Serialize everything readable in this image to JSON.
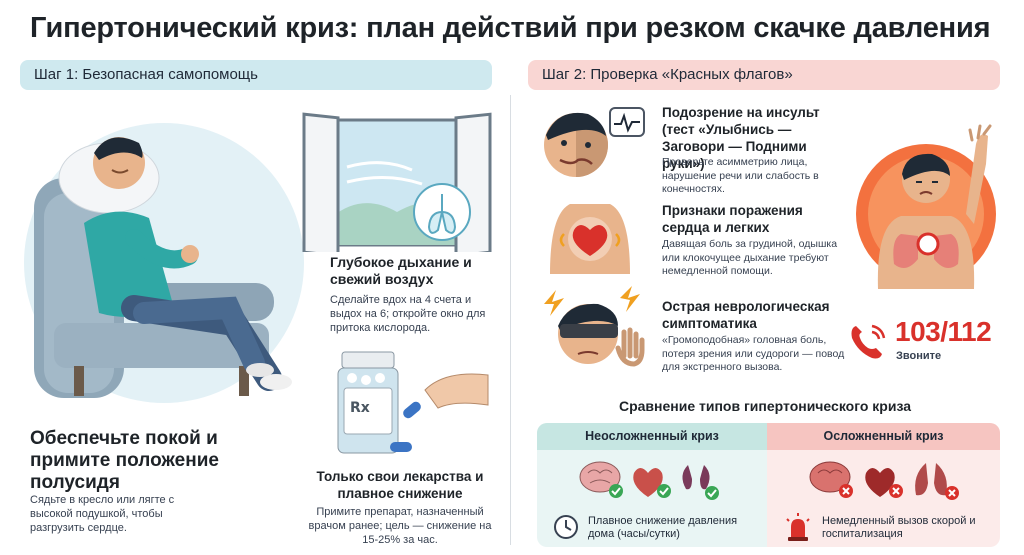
{
  "title": "Гипертонический криз: план действий при резком скачке давления",
  "step1": {
    "label": "Шаг 1: Безопасная самопомощь",
    "rest": {
      "title": "Обеспечьте покой и примите положение полусидя",
      "text": "Сядьте в кресло или лягте с высокой подушкой, чтобы разгрузить сердце."
    },
    "breath": {
      "title": "Глубокое дыхание и свежий воздух",
      "text": "Сделайте вдох на 4 счета и выдох на 6; откройте окно для притока кислорода."
    },
    "meds": {
      "title": "Только свои лекарства и плавное снижение",
      "text": "Примите препарат, назначенный врачом ранее; цель — снижение на 15-25% за час.",
      "rx_label": "Rx"
    }
  },
  "step2": {
    "label": "Шаг 2: Проверка «Красных флагов»",
    "flags": [
      {
        "title": "Подозрение на инсульт (тест «Улыбнись — Заговори — Подними руки»)",
        "text": "Проверьте асимметрию лица, нарушение речи или слабость в конечностях."
      },
      {
        "title": "Признаки поражения сердца и легких",
        "text": "Давящая боль за грудиной, одышка или клокочущее дыхание требуют немедленной помощи."
      },
      {
        "title": "Острая неврологическая симптоматика",
        "text": "«Громоподобная» головная боль, потеря зрения или судороги — повод для экстренного вызова."
      }
    ],
    "emergency": {
      "number": "103/112",
      "label": "Звоните"
    }
  },
  "comparison": {
    "title": "Сравнение типов гипертонического криза",
    "uncomplicated": {
      "label": "Неосложненный криз",
      "note": "Плавное снижение давления дома (часы/сутки)"
    },
    "complicated": {
      "label": "Осложненный криз",
      "note": "Немедленный вызов скорой и госпитализация"
    }
  },
  "colors": {
    "step1_bg": "#cfe9ef",
    "step2_bg": "#f9d6d3",
    "alert_red": "#d9312b",
    "check_green": "#3aa655"
  }
}
